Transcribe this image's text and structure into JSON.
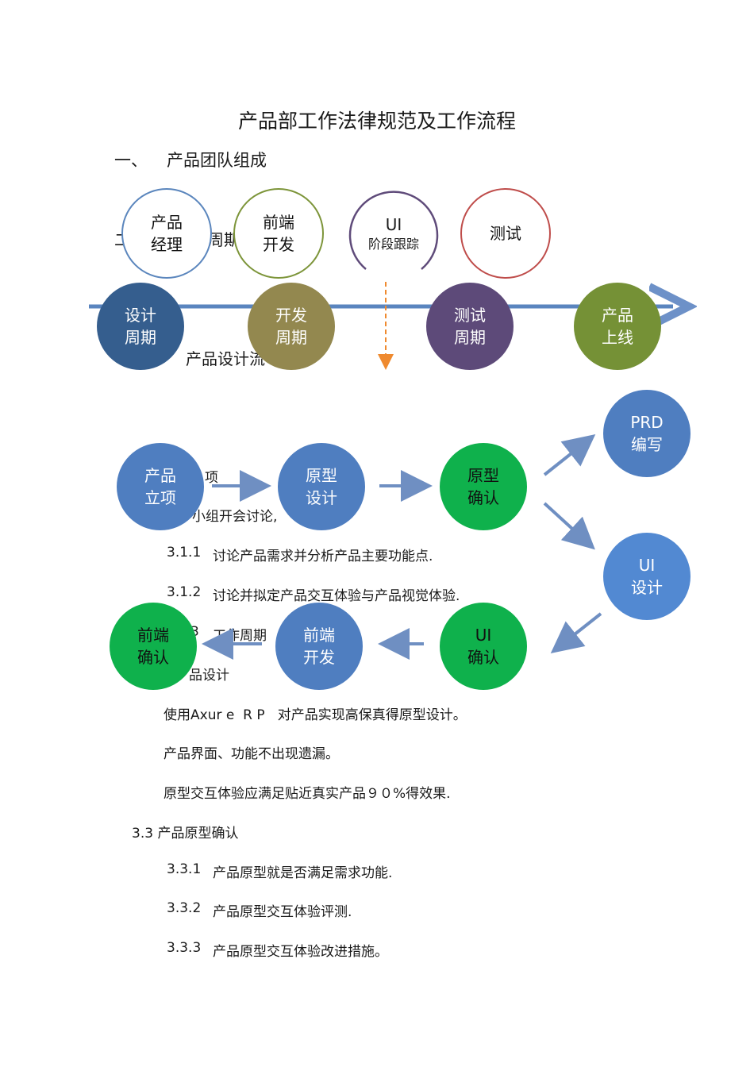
{
  "document": {
    "title": "产品部工作法律规范及工作流程",
    "section1": {
      "number": "一、",
      "title": "产品团队组成"
    },
    "section2_partial": "二",
    "section2_partial_tail": "周期",
    "section3_partial": "产品设计流",
    "item_3_1_partial": "项",
    "item_3_1_text_partial": "小组开会讨论,",
    "item_3_1_1": {
      "num": "3.1.1",
      "text": "讨论产品需求并分析产品主要功能点."
    },
    "item_3_1_2": {
      "num": "3.1.2",
      "text": "讨论并拟定产品交互体验与产品视觉体验."
    },
    "item_3_1_3": {
      "num_partial": "3",
      "text_partial": "工作周期"
    },
    "item_3_2_partial": "品设计",
    "bullets_3_2": [
      "使用Axur e  R P   对产品实现高保真得原型设计。",
      "产品界面、功能不出现遗漏。",
      "原型交互体验应满足贴近真实产品９０%得效果."
    ],
    "item_3_3": "3.3 产品原型确认",
    "item_3_3_1": {
      "num": "3.3.1",
      "text": "产品原型就是否满足需求功能."
    },
    "item_3_3_2": {
      "num": "3.3.2",
      "text": "产品原型交互体验评测."
    },
    "item_3_3_3": {
      "num": "3.3.3",
      "text": "产品原型交互体验改进措施。"
    }
  },
  "team": [
    {
      "line1": "产品",
      "line2": "经理",
      "color": "#5b86bd"
    },
    {
      "line1": "前端",
      "line2": "开发",
      "color": "#7d953a"
    },
    {
      "line1": "UI",
      "line2": "阶段跟踪",
      "color": "#5f4b7a"
    },
    {
      "line1": "测试",
      "line2": "",
      "color": "#bf4d4b"
    }
  ],
  "cycle": [
    {
      "line1": "设计",
      "line2": "周期",
      "color": "#355e8e"
    },
    {
      "line1": "开发",
      "line2": "周期",
      "color": "#93884f"
    },
    {
      "line1": "测试",
      "line2": "周期",
      "color": "#5d4a79"
    },
    {
      "line1": "产品",
      "line2": "上线",
      "color": "#759136"
    }
  ],
  "flow": {
    "start": {
      "line1": "产品",
      "line2": "立项"
    },
    "proto_design": {
      "line1": "原型",
      "line2": "设计"
    },
    "proto_confirm": {
      "line1": "原型",
      "line2": "确认"
    },
    "prd": {
      "line1": "PRD",
      "line2": "编写"
    },
    "ui_design": {
      "line1": "UI",
      "line2": "设计"
    },
    "ui_confirm": {
      "line1": "UI",
      "line2": "确认"
    },
    "fe_dev": {
      "line1": "前端",
      "line2": "开发"
    },
    "fe_confirm": {
      "line1": "前端",
      "line2": "确认"
    }
  },
  "colors": {
    "blue_node": "#4f7ec0",
    "green_node": "#0fb14c",
    "arrow": "#6f8fc2",
    "timeline": "#4f7fba",
    "dashed_arrow": "#ef8a2f"
  }
}
